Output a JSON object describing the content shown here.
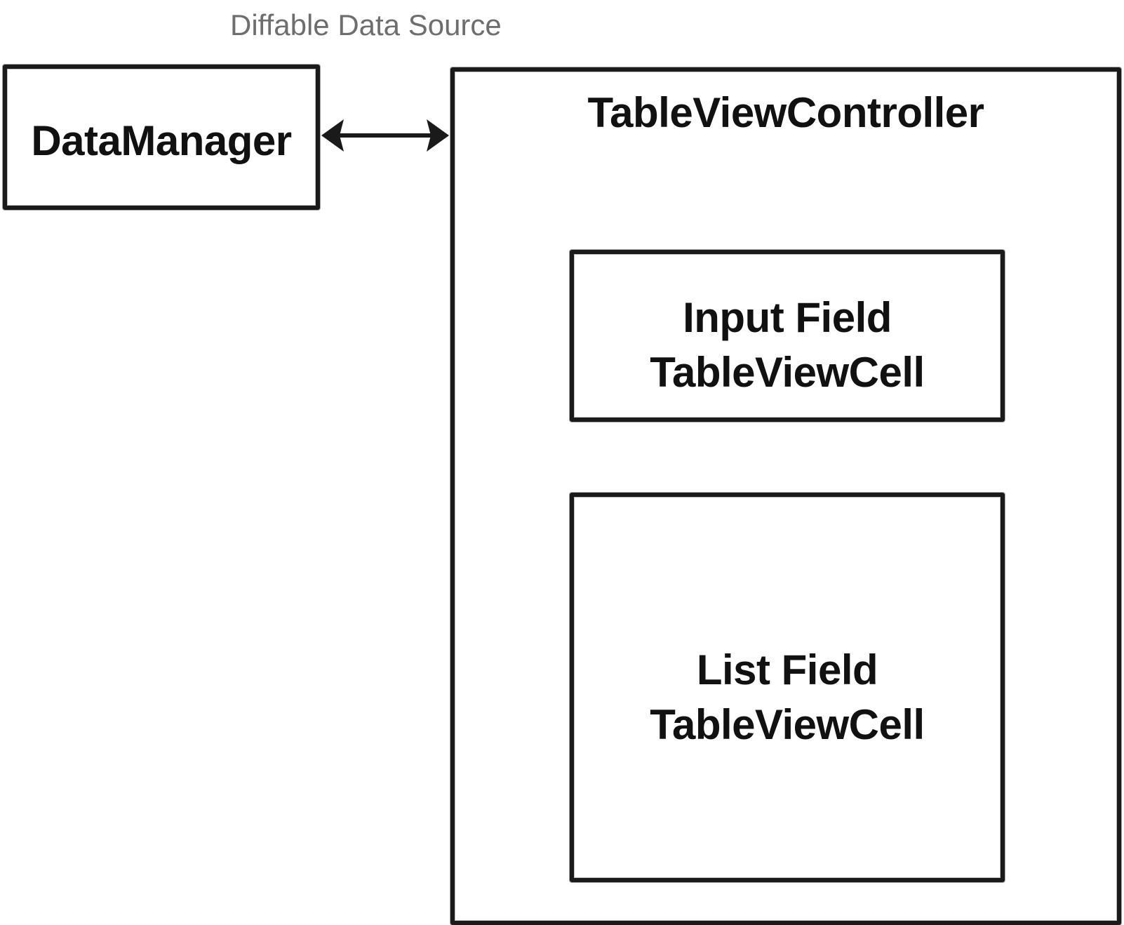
{
  "diagram": {
    "connector": {
      "label": "Diffable Data Source",
      "direction": "bidirectional"
    },
    "nodes": {
      "data_manager": {
        "label": "DataManager"
      },
      "table_view_controller": {
        "label": "TableViewController",
        "children": {
          "input_cell": {
            "line1": "Input Field",
            "line2": "TableViewCell"
          },
          "list_cell": {
            "line1": "List Field",
            "line2": "TableViewCell"
          }
        }
      }
    },
    "colors": {
      "stroke": "#1a1a1a",
      "caption": "#6e6e6e",
      "text": "#111111"
    }
  }
}
